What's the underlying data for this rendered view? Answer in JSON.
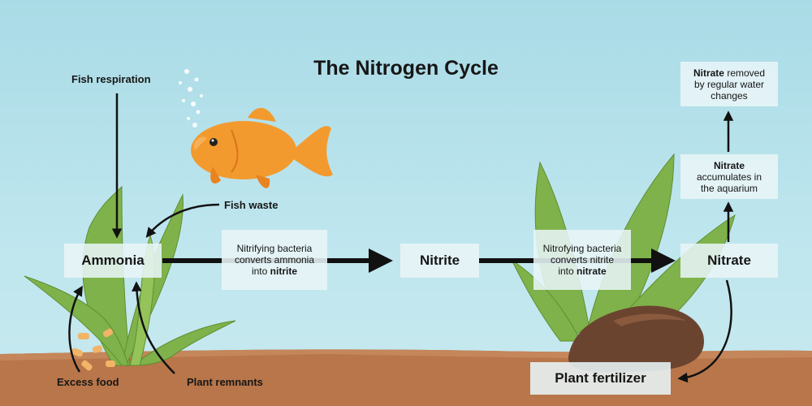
{
  "title": "The Nitrogen Cycle",
  "sources": {
    "fish_respiration": "Fish respiration",
    "fish_waste": "Fish waste",
    "excess_food": "Excess food",
    "plant_remnants": "Plant remnants"
  },
  "nodes": {
    "ammonia": "Ammonia",
    "nitrite": "Nitrite",
    "nitrate": "Nitrate",
    "plant_fertilizer": "Plant fertilizer"
  },
  "process1": {
    "line1": "Nitrifying bacteria",
    "line2": "converts ammonia",
    "line3_pre": "into ",
    "line3_bold": "nitrite"
  },
  "process2": {
    "line1": "Nitrofying bacteria",
    "line2": "converts nitrite",
    "line3_pre": "into ",
    "line3_bold": "nitrate"
  },
  "accumulates": {
    "bold": "Nitrate",
    "line2": "accumulates in",
    "line3": "the aquarium"
  },
  "removed": {
    "bold": "Nitrate",
    "line1_rest": " removed",
    "line2": "by regular water",
    "line3": "changes"
  },
  "colors": {
    "water": "#b9e3ec",
    "sand": "#b8764a",
    "plant": "#7fb24a",
    "fish": "#f39a2e",
    "rock": "#6b4430",
    "box": "#e8f5f7"
  }
}
